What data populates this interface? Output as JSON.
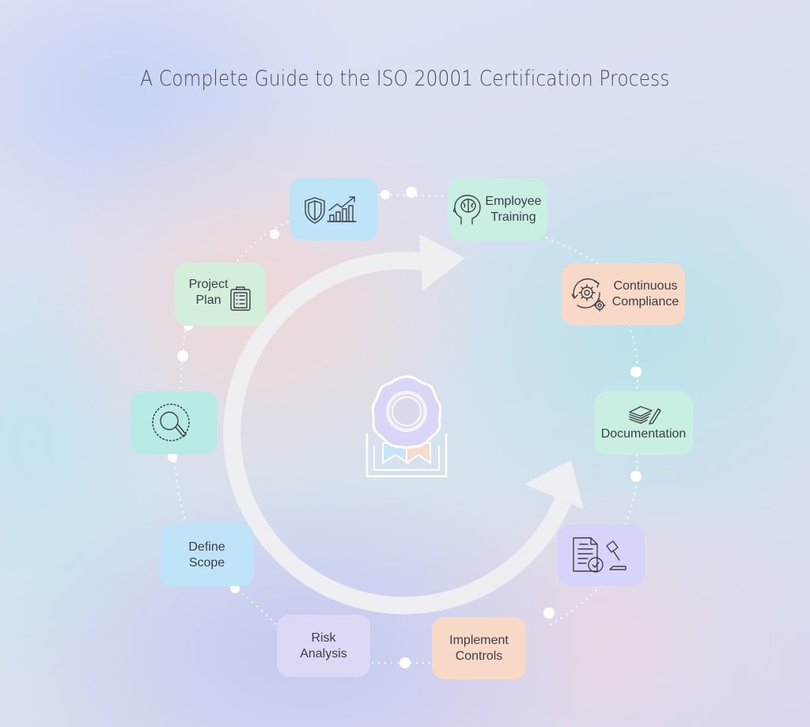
{
  "title": "A Complete Guide to the ISO 20001 Certification Process",
  "center": {
    "icon": "certification-award-ribbon-icon"
  },
  "cycle_arrow": {
    "icon": "circular-cycle-arrow",
    "color": "#f0f0f2"
  },
  "steps": [
    {
      "id": "security-improvement",
      "label": "",
      "icon": "shield-growth-chart-icon",
      "color": "#bfe4f8"
    },
    {
      "id": "employee-training",
      "label": "Employee\nTraining",
      "icon": "brain-head-icon",
      "color": "#c8efe2"
    },
    {
      "id": "continuous-compliance",
      "label": "Continuous\nCompliance",
      "icon": "gears-cycle-icon",
      "color": "#f8d8c6"
    },
    {
      "id": "documentation",
      "label": "Documentation",
      "icon": "documents-pen-icon",
      "color": "#c8efe2"
    },
    {
      "id": "certification-audit",
      "label": "",
      "icon": "document-check-gavel-icon",
      "color": "#d6d4f8"
    },
    {
      "id": "implement-controls",
      "label": "Implement\nControls",
      "icon": "",
      "color": "#f8d8c6"
    },
    {
      "id": "risk-analysis",
      "label": "Risk\nAnalysis",
      "icon": "",
      "color": "#ddd8f6"
    },
    {
      "id": "define-scope",
      "label": "Define\nScope",
      "icon": "",
      "color": "#bfe4f8"
    },
    {
      "id": "gap-analysis",
      "label": "",
      "icon": "magnifier-search-icon",
      "color": "#b8ebe3"
    },
    {
      "id": "project-plan",
      "label": "Project\nPlan",
      "icon": "clipboard-list-icon",
      "color": "#d3efdc"
    }
  ]
}
